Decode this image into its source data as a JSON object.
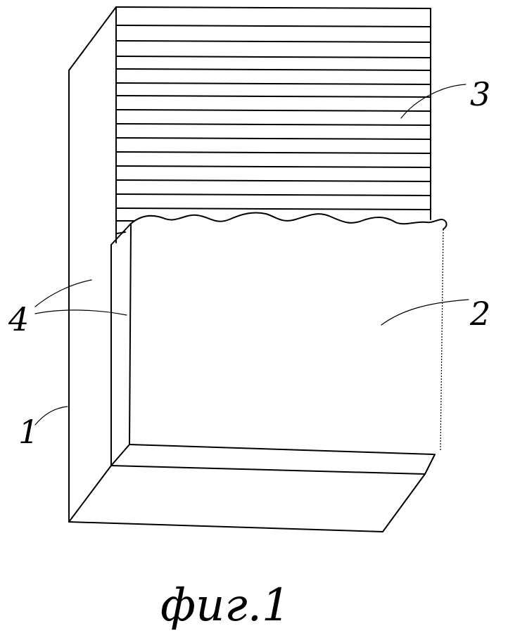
{
  "figure": {
    "caption": "фиг.1"
  },
  "labels": {
    "part_1": "1",
    "part_2": "2",
    "part_3": "3",
    "part_4": "4"
  }
}
